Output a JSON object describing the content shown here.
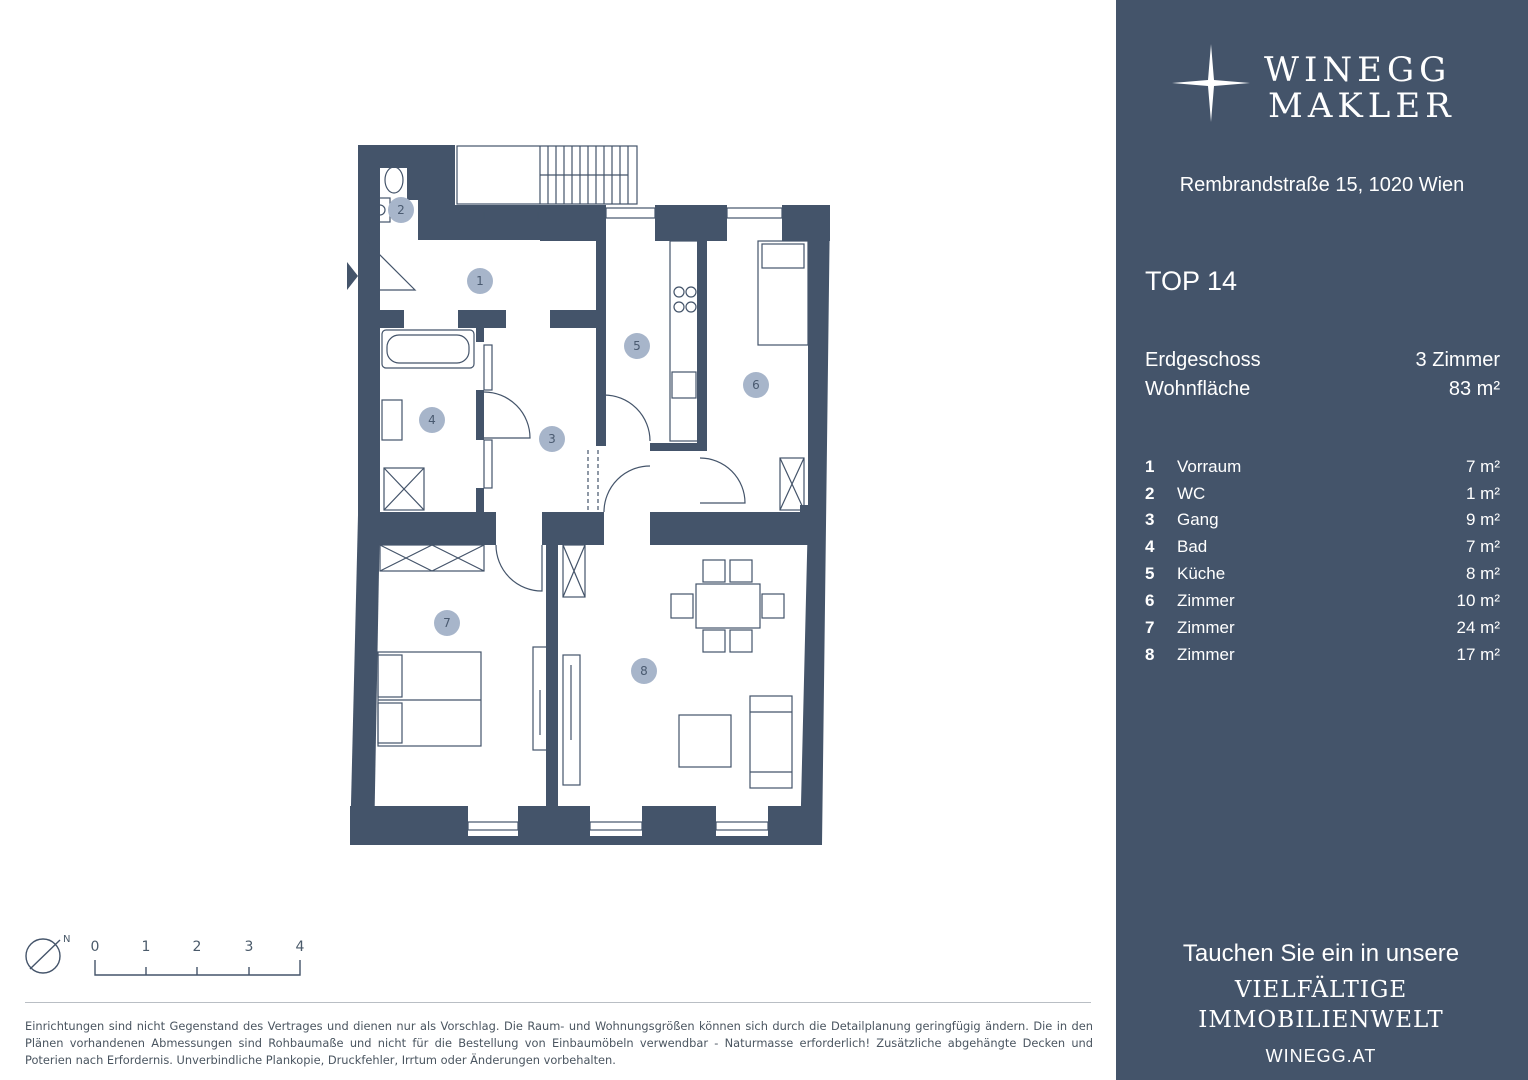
{
  "brand": {
    "line1": "WINEGG",
    "line2": "MAKLER",
    "colors": {
      "sidebar": "#44546a",
      "wall": "#44546a",
      "room_marker": "#a7b5ca"
    }
  },
  "address": "Rembrandstraße 15, 1020 Wien",
  "unit": {
    "title": "TOP 14",
    "floor": "Erdgeschoss",
    "rooms_count": "3 Zimmer",
    "area_label": "Wohnfläche",
    "area_value": "83 m²"
  },
  "rooms": [
    {
      "num": "1",
      "name": "Vorraum",
      "area": "7 m²"
    },
    {
      "num": "2",
      "name": "WC",
      "area": "1 m²"
    },
    {
      "num": "3",
      "name": "Gang",
      "area": "9 m²"
    },
    {
      "num": "4",
      "name": "Bad",
      "area": "7 m²"
    },
    {
      "num": "5",
      "name": "Küche",
      "area": "8 m²"
    },
    {
      "num": "6",
      "name": "Zimmer",
      "area": "10 m²"
    },
    {
      "num": "7",
      "name": "Zimmer",
      "area": "24 m²"
    },
    {
      "num": "8",
      "name": "Zimmer",
      "area": "17 m²"
    }
  ],
  "scale": {
    "labels": [
      "0",
      "1",
      "2",
      "3",
      "4"
    ],
    "north": "N"
  },
  "tagline": {
    "line1": "Tauchen Sie ein in unsere",
    "line2": "VIELFÄLTIGE",
    "line3": "IMMOBILIENWELT"
  },
  "website": "WINEGG.AT",
  "disclaimer": "Einrichtungen sind nicht Gegenstand des Vertrages und dienen nur als Vorschlag. Die Raum- und Wohnungsgrößen können sich durch die Detailplanung geringfügig ändern. Die in den Plänen vorhandenen Abmessungen sind Rohbaumaße und nicht für die Bestellung von Einbaumöbeln verwendbar - Naturmasse erforderlich! Zusätzliche abgehängte Decken und Poterien nach Erfordernis. Unverbindliche Plankopie, Druckfehler, Irrtum oder Änderungen vorbehalten."
}
